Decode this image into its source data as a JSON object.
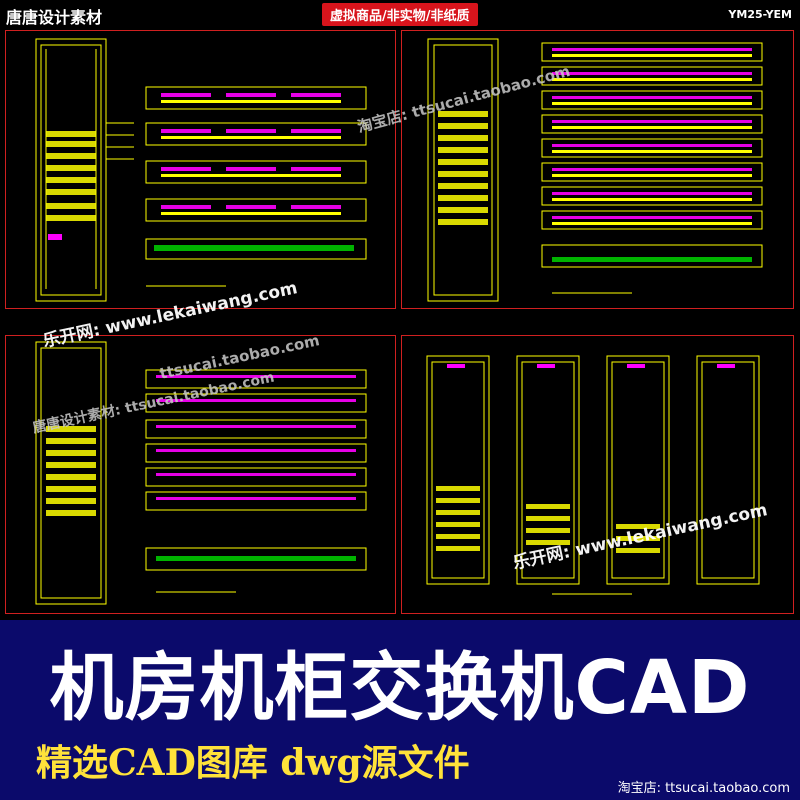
{
  "header": {
    "brand": "唐唐设计素材",
    "badge": "虚拟商品/非实物/非纸质",
    "code": "YM25-YEM"
  },
  "watermarks": {
    "shop1": "淘宝店: ttsucai.taobao.com",
    "site": "乐开网: www.lekaiwang.com",
    "shop2": "ttsucai.taobao.com",
    "brand_shop": "唐唐设计素材: ttsucai.taobao.com",
    "site2": "乐开网: www.lekaiwang.com"
  },
  "banner": {
    "title": "机房机柜交换机CAD",
    "subtitle": "精选CAD图库  dwg源文件",
    "shop": "淘宝店: ttsucai.taobao.com"
  },
  "colors": {
    "cad_yellow": "#ffff00",
    "cad_magenta": "#ff00ff",
    "cad_green": "#00ff00",
    "frame_red": "#d02020",
    "banner_blue": "#0b0a6b"
  }
}
